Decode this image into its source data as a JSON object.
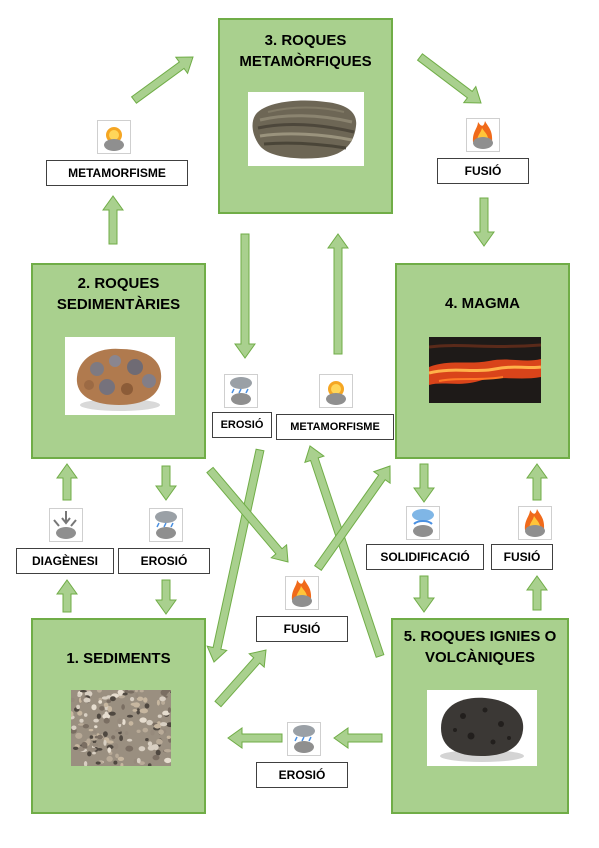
{
  "boxes": {
    "metamorphic": "3. ROQUES\nMETAMÒRFIQUES",
    "sedimentary": "2. ROQUES\nSEDIMENTÀRIES",
    "magma": "4. MAGMA",
    "sediments": "1. SEDIMENTS",
    "igneous": "5. ROQUES IGNIES O\nVOLCÀNIQUES"
  },
  "labels": {
    "metamorfisme_left": "METAMORFISME",
    "fusio_right": "FUSIÓ",
    "erosio_center": "EROSIÓ",
    "metamorfisme_center": "METAMORFISME",
    "diagenesi": "DIAGÈNESI",
    "erosio_left": "EROSIÓ",
    "fusio_center": "FUSIÓ",
    "solidificacio": "SOLIDIFICACIÓ",
    "fusio_lower_right": "FUSIÓ",
    "erosio_bottom": "EROSIÓ"
  },
  "icons": {
    "metamorphism": "sun-heat-rock-icon",
    "fusion": "fire-rock-icon",
    "erosion": "rain-cloud-rock-icon",
    "diagenesis": "pressure-rock-icon",
    "solidification": "cooling-rock-icon"
  },
  "colors": {
    "box_fill": "#a9d08e",
    "box_border": "#70ad47",
    "arrow_fill": "#a9d08e",
    "arrow_stroke": "#70ad47"
  }
}
